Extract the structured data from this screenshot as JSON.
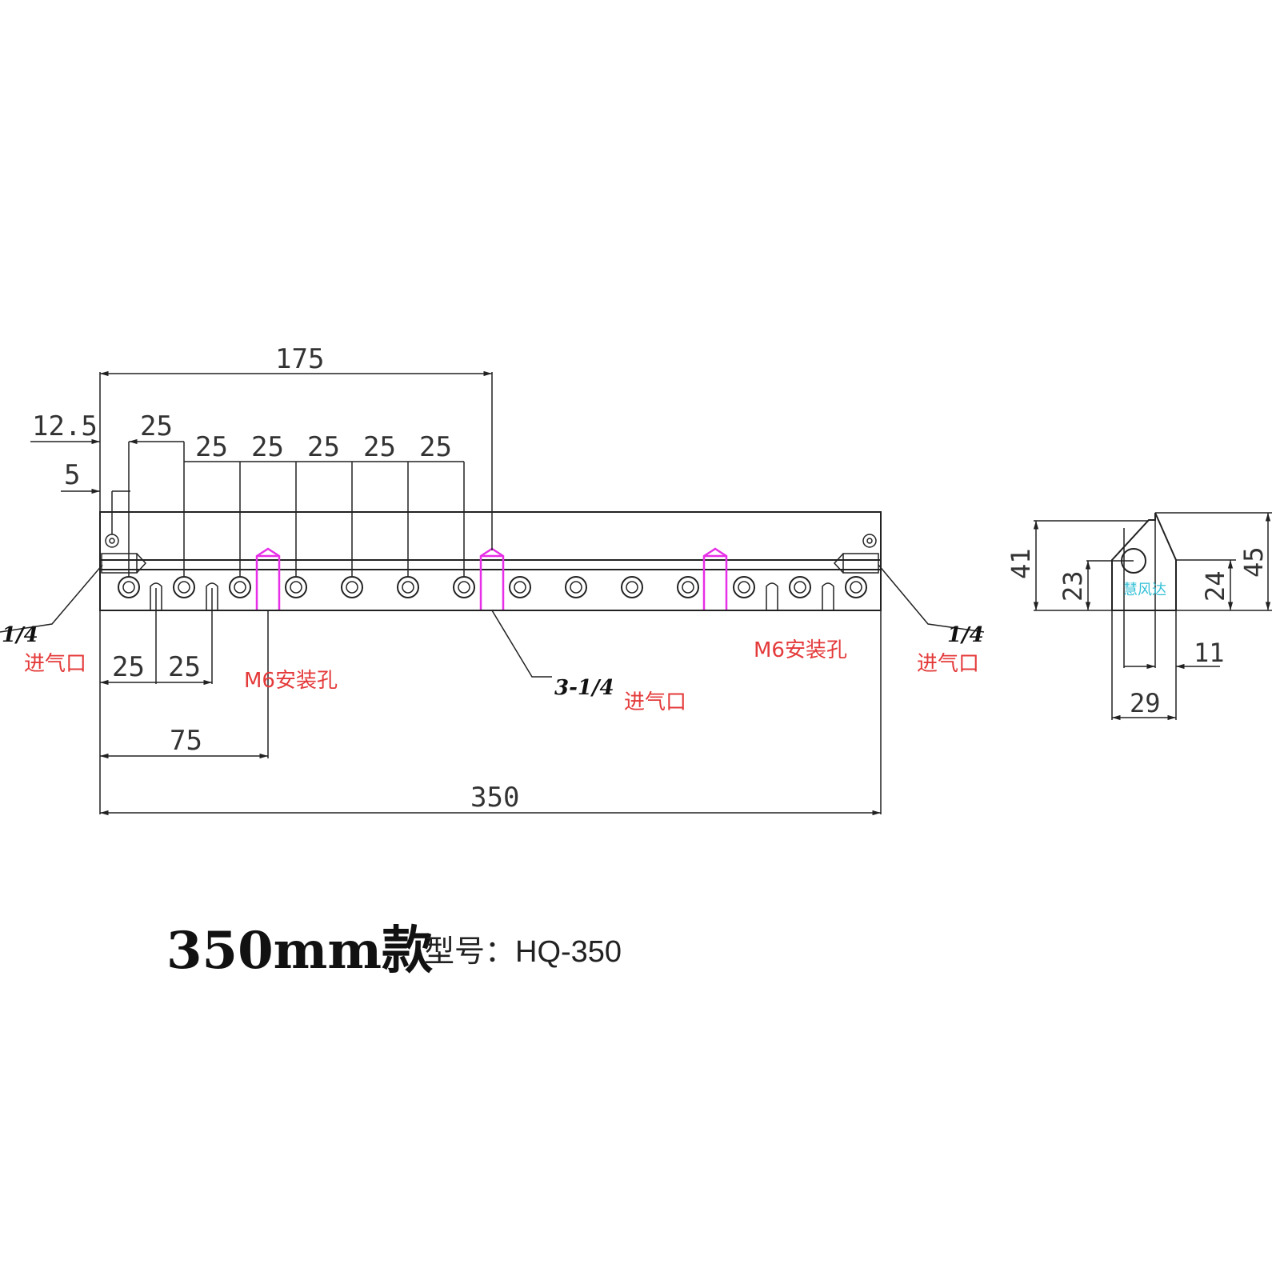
{
  "front_view": {
    "dim_175": "175",
    "dim_12_5": "12.5",
    "dim_5": "5",
    "dims_25_top": [
      "25",
      "25",
      "25",
      "25",
      "25",
      "25"
    ],
    "dims_25_bottom": [
      "25",
      "25"
    ],
    "dim_75": "75",
    "dim_350": "350",
    "left_port_size": "1/4",
    "left_port_label": "进气口",
    "right_port_size": "1/4",
    "right_port_label": "进气口",
    "center_port_size": "3-1/4",
    "center_port_label": "进气口",
    "mount_hole_left": "M6安装孔",
    "mount_hole_right": "M6安装孔"
  },
  "side_view": {
    "dim_41": "41",
    "dim_23": "23",
    "dim_24": "24",
    "dim_45": "45",
    "dim_11": "11",
    "dim_29": "29",
    "watermark": "慧风达"
  },
  "title": {
    "product": "350mm款",
    "model": "型号：HQ-350"
  }
}
